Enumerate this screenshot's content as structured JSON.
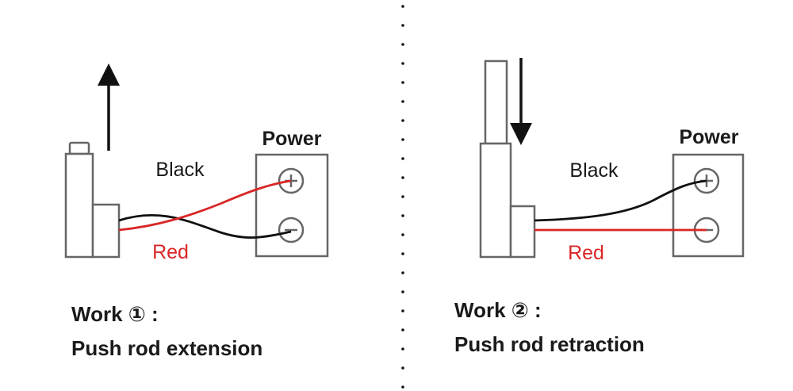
{
  "colors": {
    "red_wire": "#d92626",
    "black_wire": "#111111",
    "outline": "#666666",
    "fill": "#ffffff",
    "text": "#1a1a1a",
    "red_text": "#d92626"
  },
  "panel1": {
    "power_label": "Power",
    "black_label": "Black",
    "red_label": "Red",
    "work_label": "Work ① :",
    "description": "Push rod extension",
    "plus_symbol": "+",
    "minus_symbol": "−",
    "arrow_direction": "up"
  },
  "panel2": {
    "power_label": "Power",
    "black_label": "Black",
    "red_label": "Red",
    "work_label": "Work ② :",
    "description": "Push rod retraction",
    "plus_symbol": "+",
    "minus_symbol": "−",
    "arrow_direction": "down"
  },
  "divider": {
    "style": "dotted"
  }
}
